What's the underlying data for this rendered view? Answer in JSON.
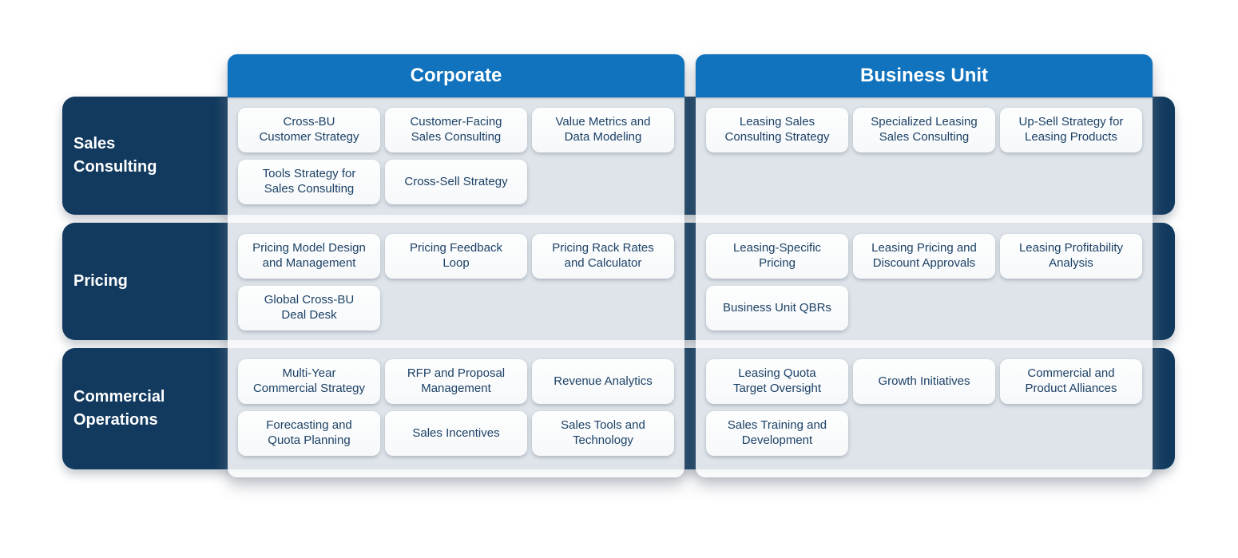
{
  "colors": {
    "header_blue": "#1173BD",
    "row_navy": "#123A5F",
    "panel_body": "#E2E6EA",
    "card_background": "#FBFDFE",
    "card_text": "#1C4166",
    "header_text": "#FFFFFF"
  },
  "columns": [
    {
      "label": "Corporate"
    },
    {
      "label": "Business Unit"
    }
  ],
  "rows": [
    {
      "label": "Sales\nConsulting",
      "cells": [
        [
          {
            "label": "Cross-BU\nCustomer Strategy"
          },
          {
            "label": "Customer-Facing\nSales Consulting"
          },
          {
            "label": "Value Metrics and\nData Modeling"
          },
          {
            "label": "Tools Strategy for\nSales Consulting"
          },
          {
            "label": "Cross-Sell Strategy"
          }
        ],
        [
          {
            "label": "Leasing Sales\nConsulting Strategy"
          },
          {
            "label": "Specialized Leasing\nSales Consulting"
          },
          {
            "label": "Up-Sell Strategy for\nLeasing Products"
          }
        ]
      ]
    },
    {
      "label": "Pricing",
      "cells": [
        [
          {
            "label": "Pricing Model Design\nand Management"
          },
          {
            "label": "Pricing Feedback\nLoop"
          },
          {
            "label": "Pricing Rack Rates\nand Calculator"
          },
          {
            "label": "Global Cross-BU\nDeal Desk"
          }
        ],
        [
          {
            "label": "Leasing-Specific\nPricing"
          },
          {
            "label": "Leasing Pricing and\nDiscount Approvals"
          },
          {
            "label": "Leasing Profitability\nAnalysis"
          },
          {
            "label": "Business Unit QBRs"
          }
        ]
      ]
    },
    {
      "label": "Commercial\nOperations",
      "cells": [
        [
          {
            "label": "Multi-Year\nCommercial Strategy"
          },
          {
            "label": "RFP and Proposal\nManagement"
          },
          {
            "label": "Revenue Analytics"
          },
          {
            "label": "Forecasting and\nQuota Planning"
          },
          {
            "label": "Sales Incentives"
          },
          {
            "label": "Sales Tools and\nTechnology"
          }
        ],
        [
          {
            "label": "Leasing Quota\nTarget Oversight"
          },
          {
            "label": "Growth Initiatives"
          },
          {
            "label": "Commercial and\nProduct Alliances"
          },
          {
            "label": "Sales Training and\nDevelopment"
          }
        ]
      ]
    }
  ]
}
